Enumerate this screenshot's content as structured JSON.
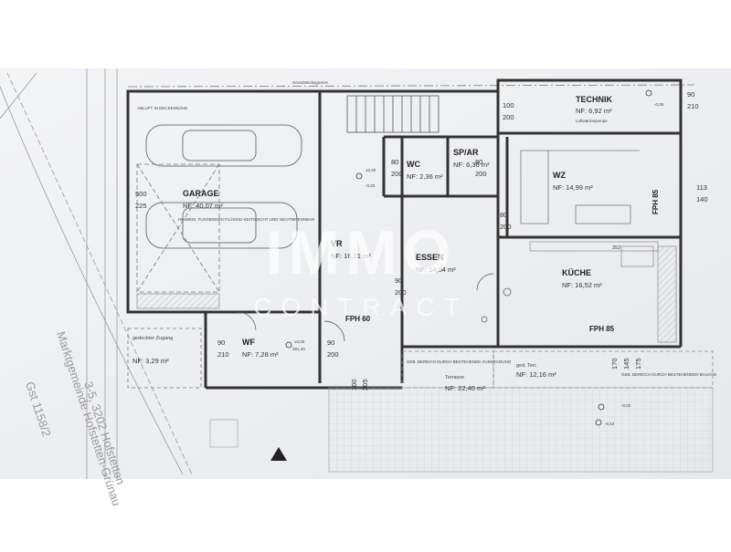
{
  "plan": {
    "rooms": {
      "garage": {
        "name": "GARAGE",
        "area": "NF: 40,07 m²"
      },
      "vr": {
        "name": "VR",
        "area": "NF: 16,21 m²"
      },
      "wc": {
        "name": "WC",
        "area": "NF: 2,36 m²"
      },
      "speis": {
        "name": "SP/AR",
        "area": "NF: 6,36 m²"
      },
      "wz": {
        "name": "WZ",
        "area": "NF: 14,99 m²"
      },
      "essen": {
        "name": "ESSEN",
        "area": "NF: 14,04 m²"
      },
      "kueche": {
        "name": "KÜCHE",
        "area": "NF: 16,52 m²"
      },
      "wf": {
        "name": "WF",
        "area": "NF: 7,28 m²"
      },
      "technik": {
        "name": "TECHNIK",
        "area": "NF: 6,92 m²",
        "note": "Luftwärmepumpe"
      },
      "terrasse": {
        "name": "Terrasse",
        "area": "NF: 22,40 m²"
      },
      "ged_terr": {
        "name": "ged. Terr.",
        "area": "NF: 12,16 m²"
      },
      "zugang": {
        "name": "gedeckter Zugang",
        "area": "NF: 3,29 m²"
      }
    },
    "dims": {
      "d500": "500",
      "d225": "225",
      "d90": "90",
      "d200": "200",
      "d210": "210",
      "d100": "100",
      "d205": "205",
      "d80": "80",
      "d113": "113",
      "d140": "140",
      "d352": "352",
      "d175": "175",
      "d145": "145",
      "d170": "170"
    },
    "fph": {
      "a": "FPH 85",
      "b": "FPH 85",
      "c": "FPH 60"
    },
    "levels": {
      "l0": "±0,00",
      "lneg": "-0,25",
      "l381": "381,40",
      "l01": "-0,02",
      "l02": "-0,12",
      "l03": "-0,05"
    },
    "notes": {
      "abluft": "ABLUFT IN DECKENNÄHE",
      "hinweis": "HINWEIS: FUSSBODEN FLÜSSIG-KEITSDICHT UND NICHTBRENNBAR",
      "grundstuecksgrenze": "Grundstücksgrenze",
      "bereich1": "GEB. BEREICH DURCH BESTEHENDE AUSKRAGUNG",
      "bereich2": "GEB. BEREICH DURCH BESTEHENDEN BALKON",
      "gst": "Gst 1158/2",
      "gemeinde": "Marktgemeinde Hofstetten-Grünau",
      "address": "3-5, 3202 Hofstetten"
    },
    "watermark": {
      "line1": "IMMO",
      "line2": "CONTRACT"
    }
  }
}
